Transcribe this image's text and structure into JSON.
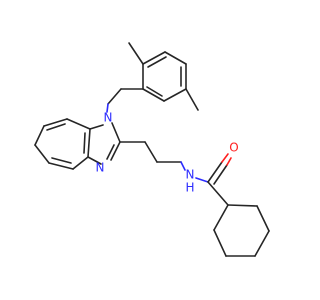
{
  "molecule": {
    "atoms": {
      "n1": {
        "symbol": "N",
        "color": "#2c2cff"
      },
      "n3": {
        "symbol": "N",
        "color": "#2c2cff"
      },
      "amide_n": {
        "symbol": "N",
        "color": "#2c2cff"
      },
      "amide_h": {
        "symbol": "H",
        "color": "#2c2cff"
      },
      "carbonyl_o": {
        "symbol": "O",
        "color": "#ff1f1f"
      }
    },
    "colors": {
      "carbon_bond": "#262626",
      "nitrogen": "#2c2cff",
      "oxygen": "#ff1f1f",
      "background": "#ffffff"
    }
  }
}
